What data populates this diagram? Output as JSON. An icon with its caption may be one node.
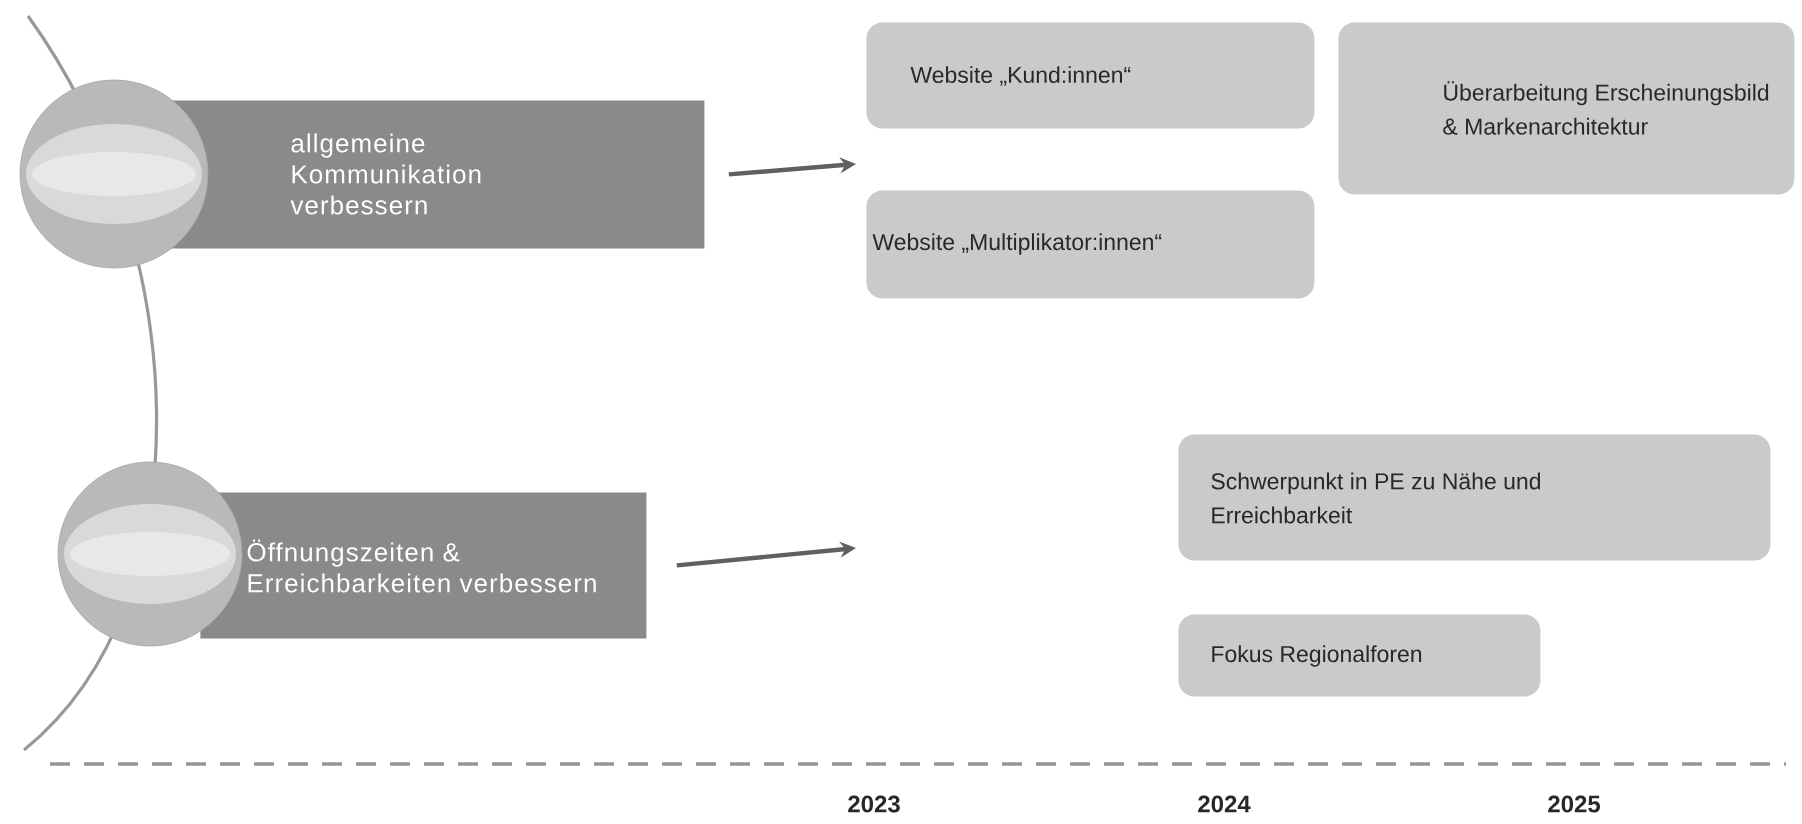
{
  "diagram": {
    "nodes": [
      {
        "text": [],
        "shape": "circle"
      },
      {
        "text": [
          "allgemeine Kommunikation verbessern"
        ]
      },
      {
        "text": [
          "Website „Kund:innen“"
        ]
      },
      {
        "text": [
          "Überarbeitung Erscheinungsbild & Markenarchitektur"
        ]
      },
      {
        "text": [
          "Website „Multiplikator:innen“"
        ]
      },
      {
        "text": [],
        "shape": "circle"
      },
      {
        "text": [
          "Öffnungszeiten & Erreichbarkeiten verbessern"
        ]
      },
      {
        "text": [
          "Schwerpunkt in PE zu Nähe und Erreichbarkeit"
        ]
      },
      {
        "text": [
          "Fokus Regionalforen"
        ]
      }
    ],
    "edges": [
      {
        "from": 1,
        "to": null,
        "arrow": "to"
      },
      {
        "from": 6,
        "to": null,
        "arrow": "to"
      }
    ],
    "labels": [
      "2023",
      "2024",
      "2025"
    ]
  }
}
